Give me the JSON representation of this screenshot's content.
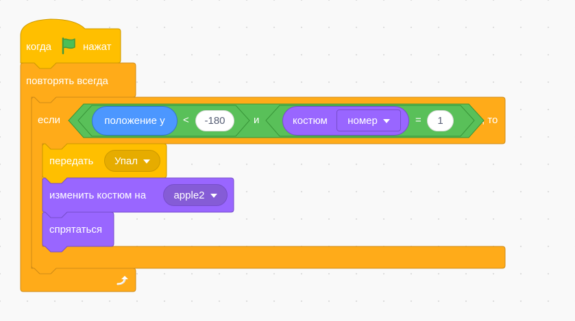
{
  "colors": {
    "events": "#ffbf00",
    "events_border": "#cc9900",
    "control": "#ffab19",
    "control_border": "#cf8b17",
    "operators": "#59c059",
    "operators_border": "#389438",
    "motion": "#4c97ff",
    "motion_border": "#3373cc",
    "looks": "#9966ff",
    "looks_border": "#774dcb",
    "text_on_block": "#ffffff",
    "field_text": "#575e75"
  },
  "hat_block": {
    "label_before": "когда",
    "flag_icon": "green-flag-icon",
    "label_after": "нажат"
  },
  "forever_block": {
    "label": "повторять всегда",
    "loop_icon": "loop-arrow-icon"
  },
  "if_block": {
    "label_if": "если",
    "label_then": ", то",
    "condition": {
      "and_label": "и",
      "left": {
        "reporter": "положение y",
        "operator": "<",
        "value": "-180"
      },
      "right": {
        "reporter": "костюм",
        "menu_value": "номер",
        "operator": "=",
        "value": "1"
      }
    }
  },
  "broadcast_block": {
    "label": "передать",
    "message": "Упал"
  },
  "switch_costume_block": {
    "label": "изменить костюм на",
    "costume": "apple2"
  },
  "hide_block": {
    "label": "спрятаться"
  }
}
